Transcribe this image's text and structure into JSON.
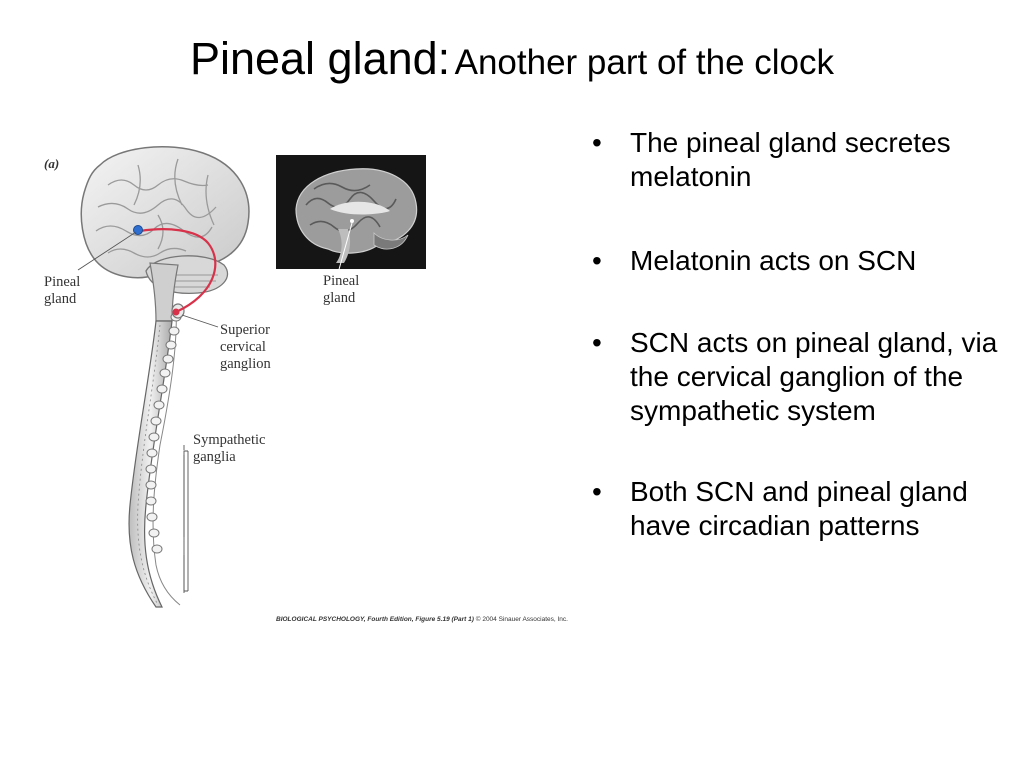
{
  "title": {
    "main": "Pineal gland:",
    "sub": "Another part of the clock"
  },
  "figure": {
    "panel_label": "(a)",
    "labels": {
      "pineal_left": "Pineal\ngland",
      "pineal_photo": "Pineal\ngland",
      "superior_cervical": "Superior\ncervical\nganglion",
      "sympathetic": "Sympathetic\nganglia"
    },
    "caption": {
      "source": "BIOLOGICAL PSYCHOLOGY, Fourth Edition, Figure 5.19 (Part 1)",
      "credit": "© 2004 Sinauer Associates, Inc."
    },
    "colors": {
      "pathway": "#d8324a",
      "pineal_dot": "#2f6fd0",
      "photo_bg": "#151515"
    }
  },
  "bullets": [
    "The pineal gland secretes melatonin",
    "Melatonin acts on SCN",
    "SCN acts on pineal gland, via the cervical ganglion of the sympathetic system",
    "Both SCN and pineal gland have circadian patterns"
  ],
  "bullet_glyph": "•"
}
